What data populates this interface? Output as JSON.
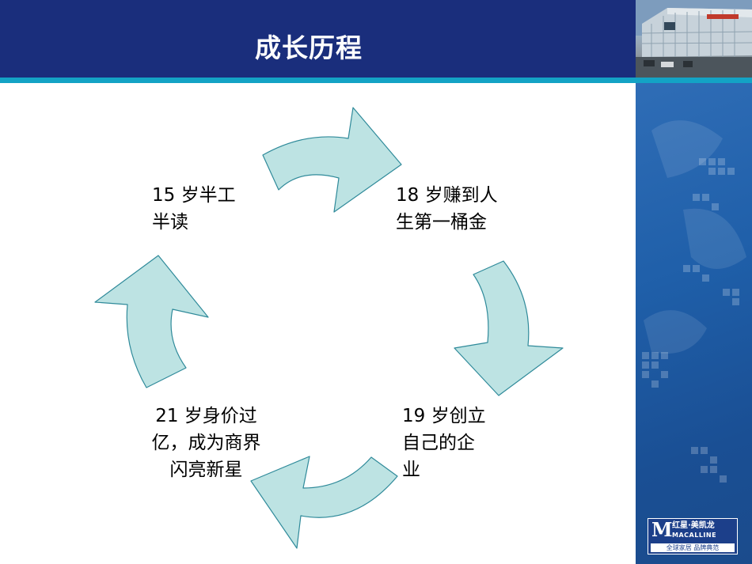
{
  "slide": {
    "title": "成长历程"
  },
  "stages": [
    {
      "line1": "15 岁半工",
      "line2": "半读",
      "line3": ""
    },
    {
      "line1": "18 岁赚到人",
      "line2": "生第一桶金",
      "line3": ""
    },
    {
      "line1": "19 岁创立",
      "line2": "自己的企",
      "line3": "业"
    },
    {
      "line1": "21 岁身价过",
      "line2": "亿，成为商界",
      "line3": "闪亮新星"
    }
  ],
  "logo": {
    "mark": "M",
    "name_cn": "红星·美凯龙",
    "name_en": "MACALLINE",
    "slogan": "全球家居 品牌典范"
  },
  "colors": {
    "header_bg": "#1a2e7c",
    "accent_rule": "#13a3c5",
    "arrow_fill": "#bde3e3",
    "arrow_stroke": "#2f8a9a",
    "side_panel": "#1f5fa9"
  }
}
